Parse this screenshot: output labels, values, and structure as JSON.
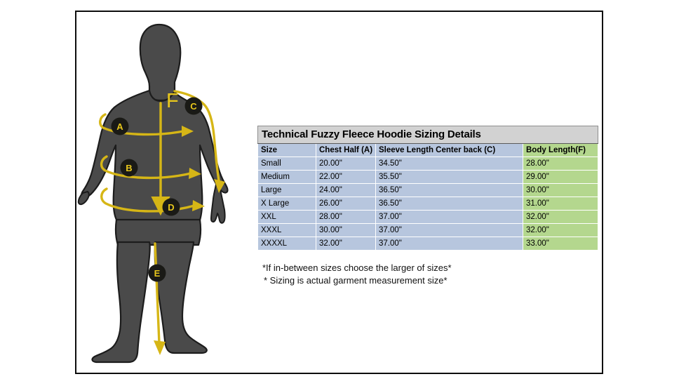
{
  "panel": {
    "background_color": "#ffffff",
    "border_color": "#0d0d0d"
  },
  "figure": {
    "name": "male-mannequin-measurement-diagram",
    "body_color": "#4a4a4a",
    "outline_color": "#1c1c1c",
    "arrow_color": "#d6b616",
    "marker_fill": "#1a1a16",
    "marker_text_color": "#e8c71c",
    "markers": [
      {
        "id": "A",
        "label": "A",
        "meaning": "chest-half-measurement"
      },
      {
        "id": "B",
        "label": "B",
        "meaning": "waist-measurement"
      },
      {
        "id": "C",
        "label": "C",
        "meaning": "sleeve-length-center-back"
      },
      {
        "id": "D",
        "label": "D",
        "meaning": "hip-measurement"
      },
      {
        "id": "E",
        "label": "E",
        "meaning": "inseam-measurement"
      }
    ],
    "standalone_label": {
      "id": "F",
      "label": "F",
      "meaning": "body-length"
    }
  },
  "table": {
    "title": "Technical Fuzzy Fleece Hoodie Sizing Details",
    "title_bg": "#d2d2d2",
    "blue_bg": "#b7c6de",
    "green_bg": "#b4d78e",
    "columns": [
      "Size",
      "Chest Half (A)",
      "Sleeve Length Center back (C)",
      "Body Length(F)"
    ],
    "rows": [
      {
        "size": "Small",
        "chest": "20.00\"",
        "sleeve": "34.50\"",
        "body": "28.00\""
      },
      {
        "size": "Medium",
        "chest": "22.00\"",
        "sleeve": "35.50\"",
        "body": "29.00\""
      },
      {
        "size": "Large",
        "chest": "24.00\"",
        "sleeve": "36.50\"",
        "body": "30.00\""
      },
      {
        "size": "X Large",
        "chest": "26.00\"",
        "sleeve": "36.50\"",
        "body": "31.00\""
      },
      {
        "size": "XXL",
        "chest": "28.00\"",
        "sleeve": "37.00\"",
        "body": "32.00\""
      },
      {
        "size": "XXXL",
        "chest": "30.00\"",
        "sleeve": "37.00\"",
        "body": "32.00\""
      },
      {
        "size": "XXXXL",
        "chest": "32.00\"",
        "sleeve": "37.00\"",
        "body": "33.00\""
      }
    ]
  },
  "footnotes": {
    "line1": "*If in-between sizes choose the larger of sizes*",
    "line2": "* Sizing is actual garment measurement size*"
  }
}
